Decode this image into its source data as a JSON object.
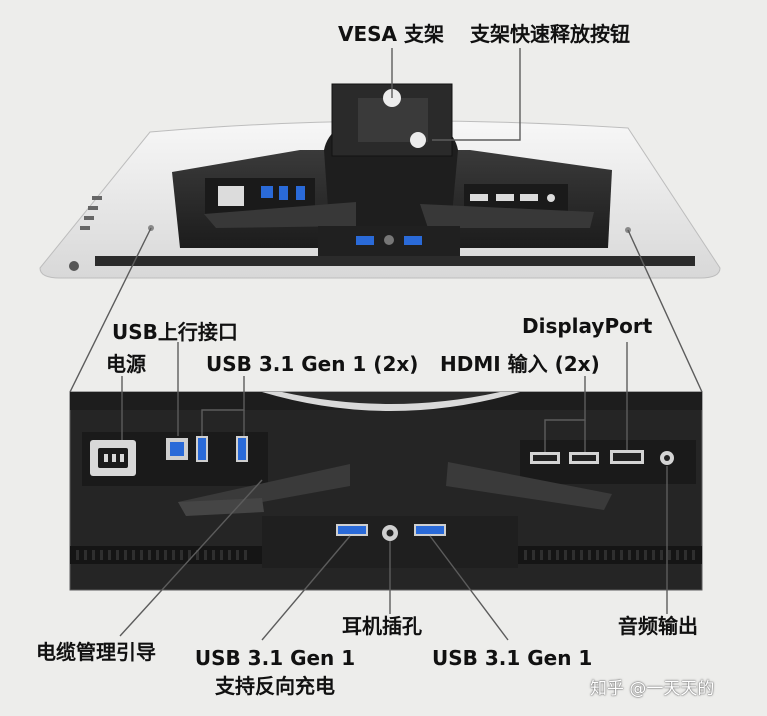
{
  "labels": {
    "vesa_mount": "VESA 支架",
    "vesa_release": "支架快速释放按钮",
    "usb_upstream": "USB上行接口",
    "power": "电源",
    "usb_gen1_2x": "USB 3.1 Gen 1 (2x)",
    "displayport": "DisplayPort",
    "hdmi_2x": "HDMI 输入 (2x)",
    "cable_management": "电缆管理引导",
    "usb_gen1_charging_line1": "USB 3.1 Gen 1",
    "usb_gen1_charging_line2": "支持反向充电",
    "headphone": "耳机插孔",
    "usb_gen1": "USB 3.1 Gen 1",
    "audio_out": "音频输出"
  },
  "watermark": "知乎 @一天天的",
  "colors": {
    "background": "#ededeb",
    "panel_dark": "#262626",
    "shell_white": "#e9e9e9",
    "usb_blue": "#2a6ad8",
    "callout_line": "#5c5c5c"
  }
}
